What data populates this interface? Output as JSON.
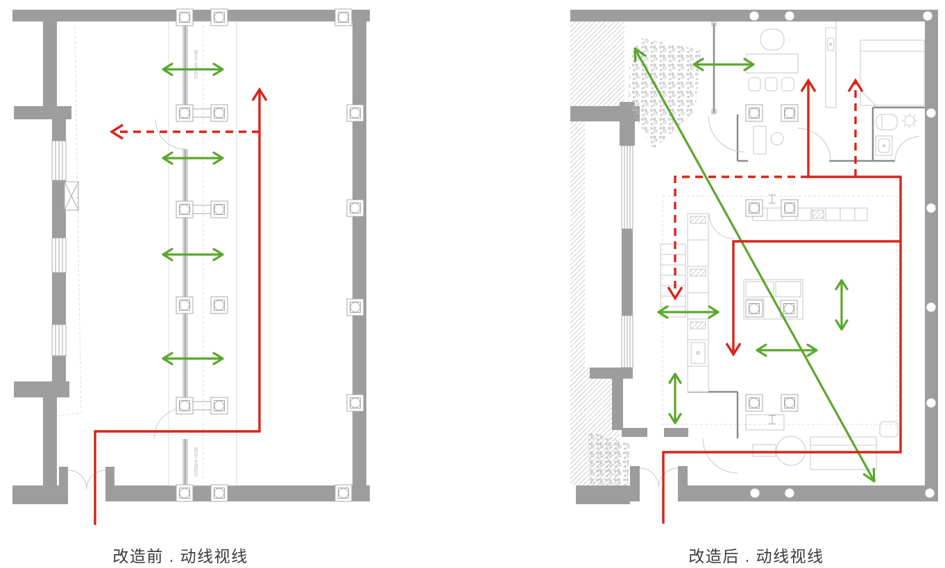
{
  "colors": {
    "wall": "#9d9d9d",
    "wall_dark": "#8b8b8b",
    "line_light": "#c7c7c7",
    "line_mid": "#a8a8a8",
    "band": "#dcdcdc",
    "circulation_red": "#d92418",
    "sight_green": "#5aa72c",
    "hatch": "#cccccc",
    "gravel": "#b9b9b9",
    "caption_text": "#3a3a3a",
    "tiny_text": "#b6b6b6"
  },
  "plans": {
    "before": {
      "caption": "改造前 . 动线视线",
      "window_label_top": "窗台下空调机位",
      "window_label_bottom": "窗台下空调机位"
    },
    "after": {
      "caption": "改造后 . 动线视线"
    }
  }
}
